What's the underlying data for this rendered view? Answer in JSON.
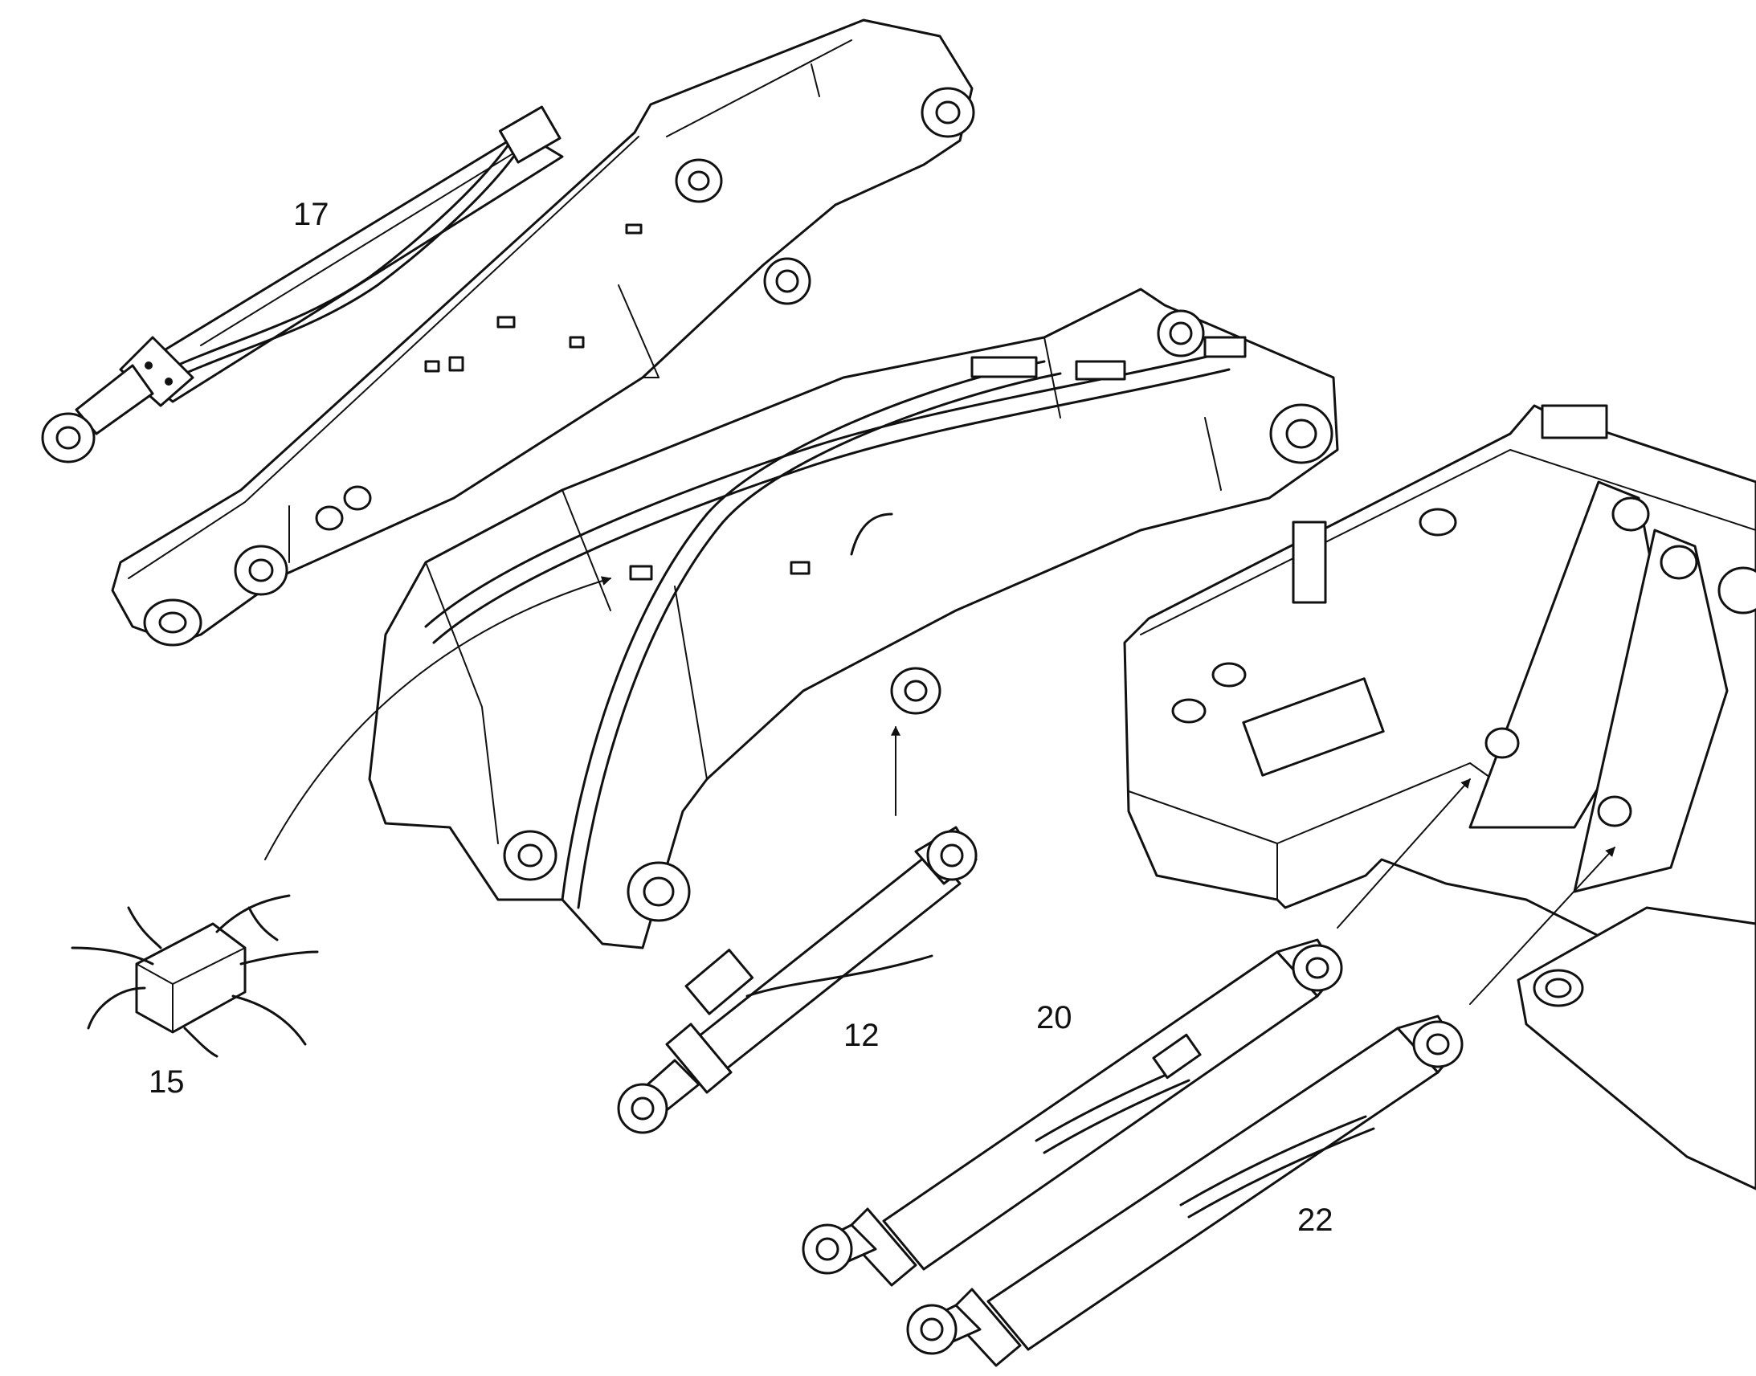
{
  "callouts": {
    "c17": "17",
    "c15": "15",
    "c12": "12",
    "c20": "20",
    "c22": "22"
  }
}
